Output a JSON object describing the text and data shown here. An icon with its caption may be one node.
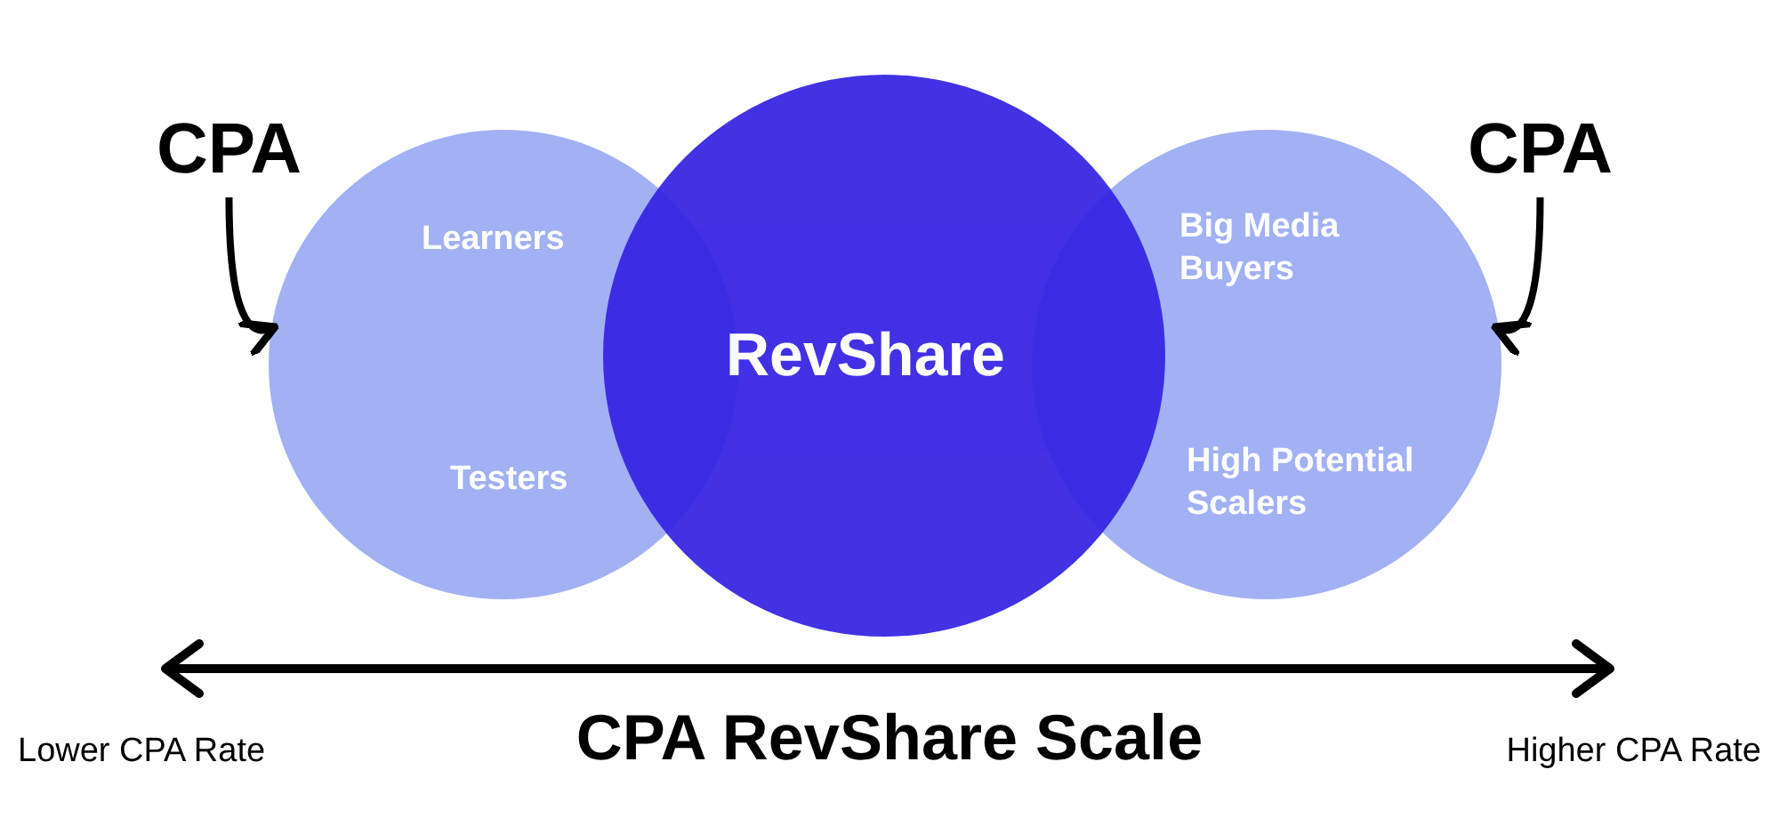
{
  "diagram": {
    "title": "CPA RevShare Scale",
    "nodes": [
      {
        "text": [
          "CPA"
        ]
      },
      {
        "text": [
          "Learners",
          "Testers"
        ]
      },
      {
        "text": [
          "RevShare"
        ]
      },
      {
        "text": [
          "Big Media Buyers",
          "High Potential Scalers"
        ]
      },
      {
        "text": [
          "CPA"
        ]
      }
    ],
    "edges": [
      {
        "from": 0,
        "to": 1,
        "arrow": "to"
      },
      {
        "from": 4,
        "to": 3,
        "arrow": "to"
      }
    ],
    "labels": [
      "Lower CPA Rate",
      "Higher CPA Rate"
    ]
  }
}
